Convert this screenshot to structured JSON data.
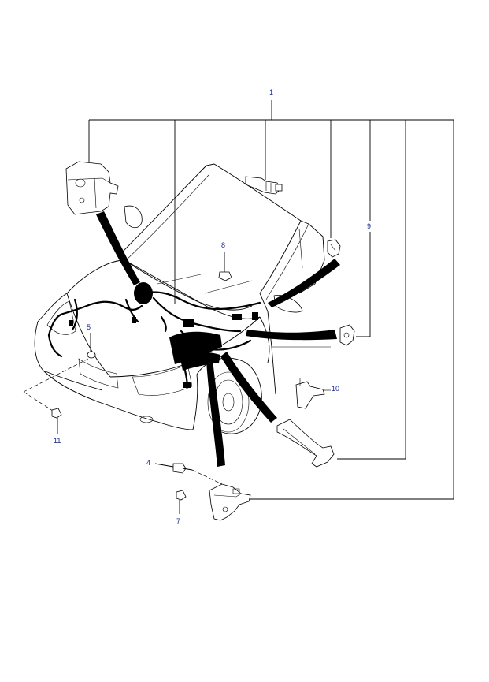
{
  "diagram": {
    "callouts": {
      "c1": "1",
      "c4": "4",
      "c5": "5",
      "c7": "7",
      "c8": "8",
      "c9": "9",
      "c10": "10",
      "c11": "11"
    }
  }
}
